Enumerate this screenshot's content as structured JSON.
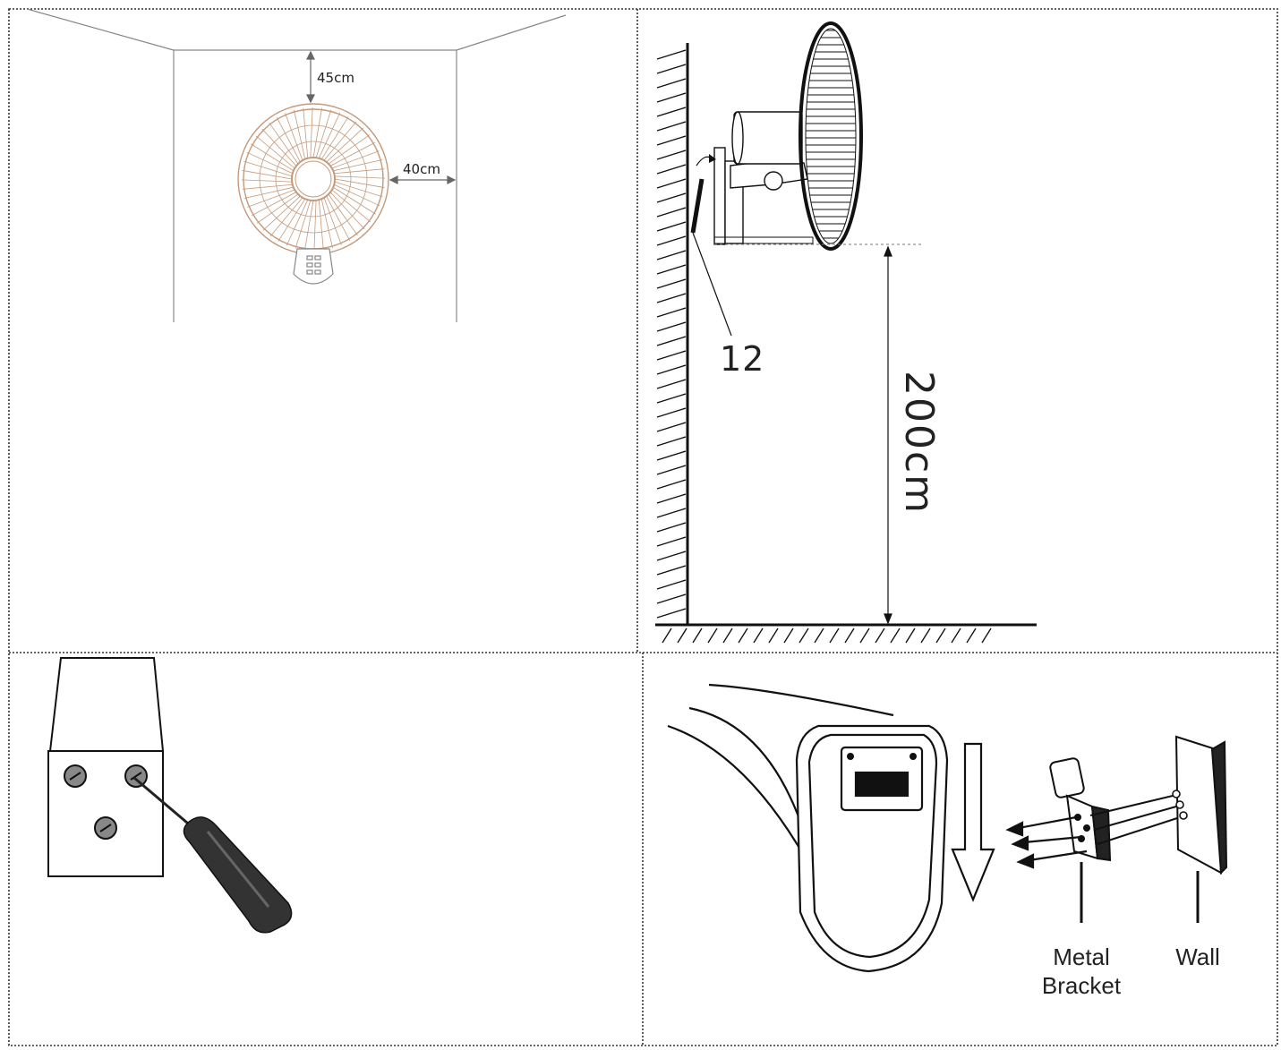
{
  "panel_tl": {
    "label_top": "45cm",
    "label_side": "40cm"
  },
  "panel_tr": {
    "label_part": "12",
    "label_height": "200cm"
  },
  "panel_br": {
    "label_bracket_line1": "Metal",
    "label_bracket_line2": "Bracket",
    "label_wall": "Wall"
  },
  "colors": {
    "frame": "#333333",
    "fan_guard": "#c49a7c",
    "ink": "#111111"
  },
  "icons": [
    "wall-fan-front-icon",
    "wall-fan-side-icon",
    "screwdriver-icon",
    "fan-body-icon",
    "metal-bracket-icon",
    "wall-icon",
    "down-arrow-icon"
  ]
}
